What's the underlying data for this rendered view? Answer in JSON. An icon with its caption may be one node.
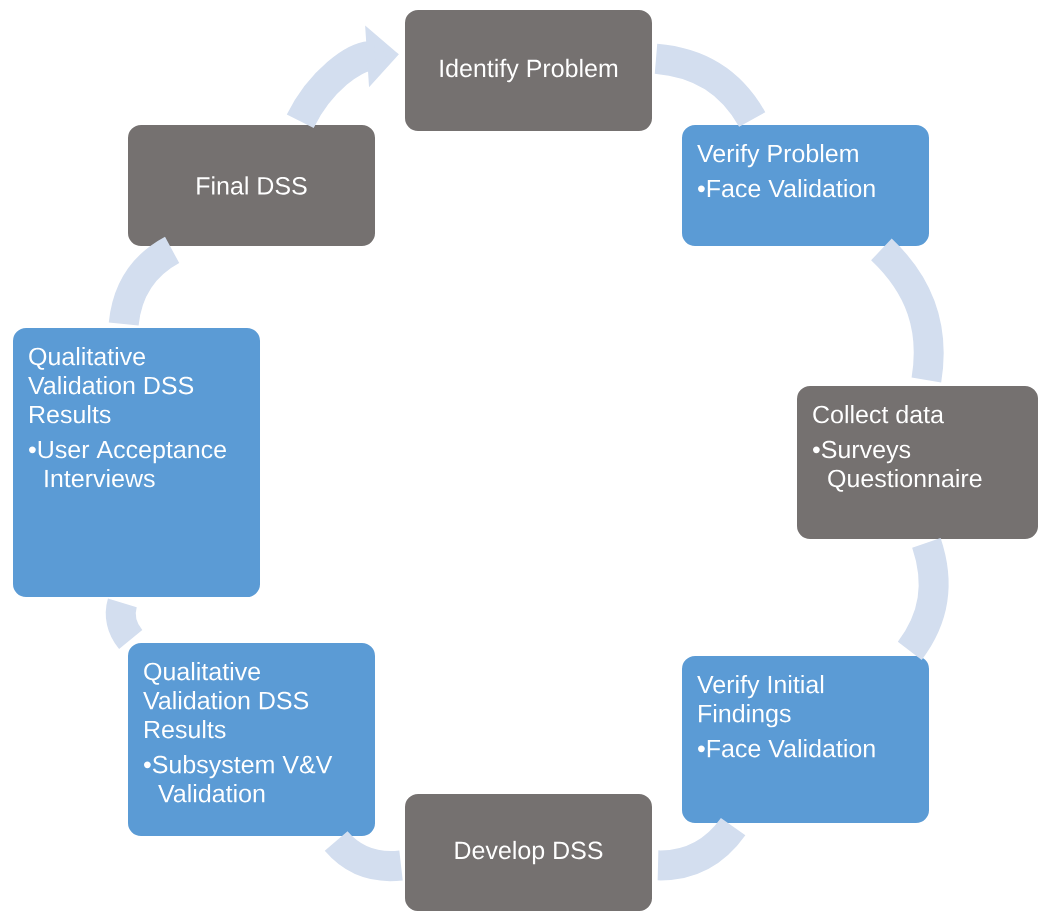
{
  "diagram": {
    "nodes": [
      {
        "text": [
          "Identify Problem"
        ]
      },
      {
        "text": [
          "Verify Problem",
          "•Face Validation"
        ]
      },
      {
        "text": [
          "Collect data",
          "•Surveys Questionnaire"
        ]
      },
      {
        "text": [
          "Verify Initial Findings",
          "•Face Validation"
        ]
      },
      {
        "text": [
          "Develop DSS"
        ]
      },
      {
        "text": [
          "Qualitative Validation DSS Results",
          "•Subsystem V&V Validation"
        ]
      },
      {
        "text": [
          "Qualitative Validation DSS Results",
          "•User Acceptance Interviews"
        ]
      },
      {
        "text": [
          "Final DSS"
        ]
      }
    ],
    "edges": [
      {
        "from": 0,
        "to": 1,
        "arrow": "none"
      },
      {
        "from": 1,
        "to": 2,
        "arrow": "none"
      },
      {
        "from": 2,
        "to": 3,
        "arrow": "none"
      },
      {
        "from": 3,
        "to": 4,
        "arrow": "none"
      },
      {
        "from": 4,
        "to": 5,
        "arrow": "none"
      },
      {
        "from": 5,
        "to": 6,
        "arrow": "none"
      },
      {
        "from": 6,
        "to": 7,
        "arrow": "none"
      },
      {
        "from": 7,
        "to": 0,
        "arrow": "to"
      }
    ]
  }
}
